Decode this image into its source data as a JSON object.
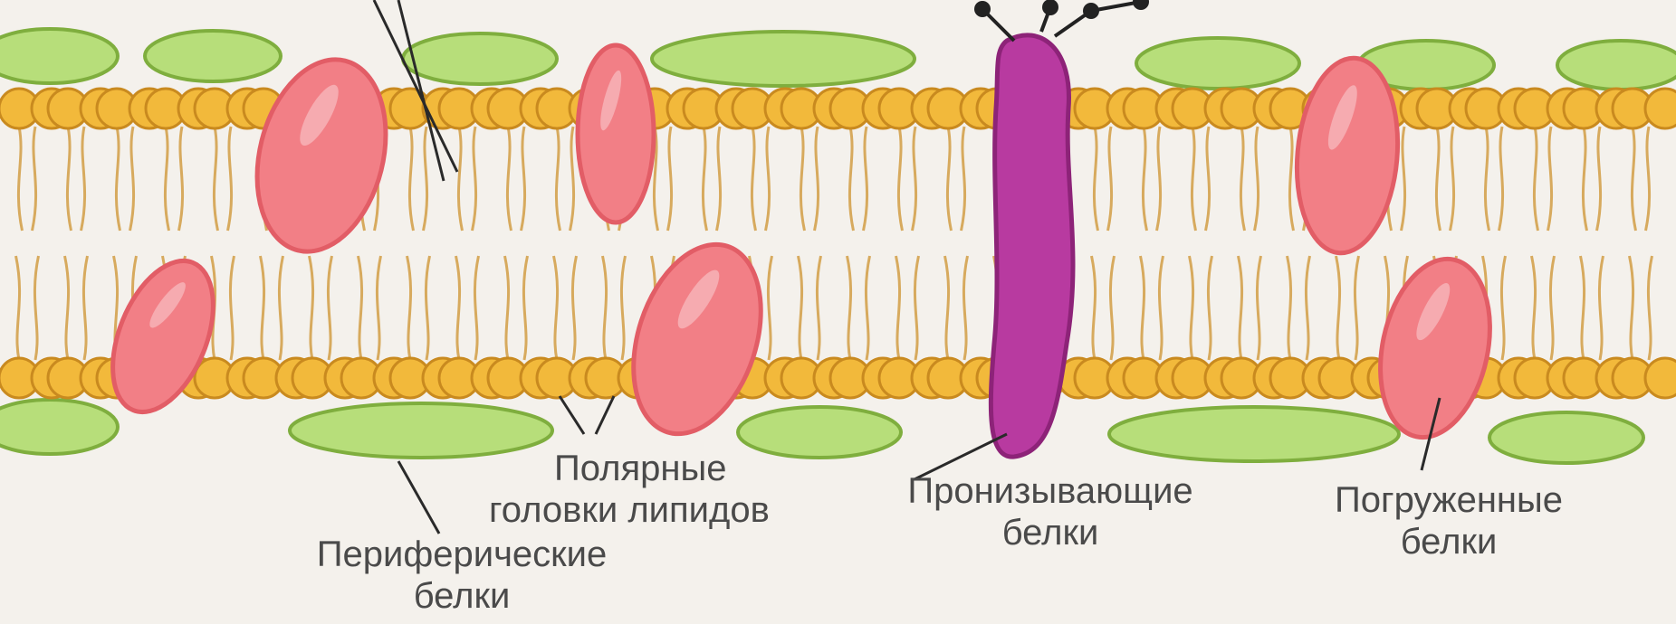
{
  "colors": {
    "background": "#f4f1ec",
    "lipid_head": "#f2b93b",
    "lipid_head_edge": "#c98a1f",
    "lipid_tail": "#d7aa5e",
    "peripheral_protein": "#b7de7a",
    "peripheral_protein_edge": "#7fae3e",
    "embedded_protein": "#f27f86",
    "embedded_protein_edge": "#e25d66",
    "transmembrane_protein": "#b83aa0",
    "transmembrane_protein_edge": "#8d2378",
    "leader_line": "#2a2a2a"
  },
  "labels": {
    "polar_heads": [
      "Полярные",
      "головки липидов"
    ],
    "peripheral": [
      "Периферические",
      "белки"
    ],
    "transmembrane": [
      "Пронизывающие",
      "белки"
    ],
    "embedded": [
      "Погруженные",
      "белки"
    ]
  }
}
